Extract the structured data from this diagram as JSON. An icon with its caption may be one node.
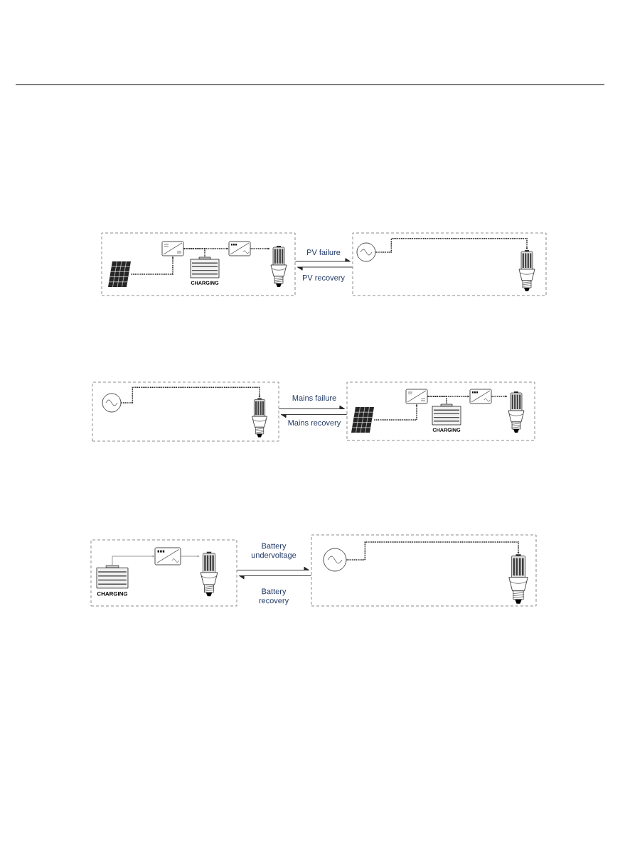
{
  "diagram": {
    "nodes": [
      {
        "text": [],
        "shape": "box"
      },
      {
        "text": [],
        "shape": "picture",
        "in": 0
      },
      {
        "text": [],
        "shape": "picture",
        "in": 0
      },
      {
        "text": [
          "CHARGING"
        ],
        "in": 0
      },
      {
        "text": [],
        "shape": "picture",
        "in": 0
      },
      {
        "text": [],
        "shape": "picture",
        "in": 0
      },
      {
        "text": [],
        "shape": "box"
      },
      {
        "text": [],
        "shape": "circle",
        "in": 6
      },
      {
        "text": [],
        "shape": "picture",
        "in": 6
      },
      {
        "text": [],
        "shape": "box"
      },
      {
        "text": [],
        "shape": "circle",
        "in": 9
      },
      {
        "text": [],
        "shape": "picture",
        "in": 9
      },
      {
        "text": [],
        "shape": "box"
      },
      {
        "text": [],
        "shape": "picture",
        "in": 12
      },
      {
        "text": [],
        "shape": "picture",
        "in": 12
      },
      {
        "text": [
          "CHARGING"
        ],
        "in": 12
      },
      {
        "text": [],
        "shape": "picture",
        "in": 12
      },
      {
        "text": [],
        "shape": "picture",
        "in": 12
      },
      {
        "text": [],
        "shape": "box"
      },
      {
        "text": [
          "CHARGING"
        ],
        "in": 18
      },
      {
        "text": [],
        "shape": "picture",
        "in": 18
      },
      {
        "text": [],
        "shape": "picture",
        "in": 18
      },
      {
        "text": [],
        "shape": "box"
      },
      {
        "text": [],
        "shape": "circle",
        "in": 22
      },
      {
        "text": [],
        "shape": "picture",
        "in": 22
      }
    ],
    "edges": [
      {
        "from": 1,
        "to": 2,
        "arrow": "to",
        "style": "dashed"
      },
      {
        "from": 2,
        "to": 4,
        "arrow": "to",
        "style": "dashed"
      },
      {
        "from": 2,
        "to": 3,
        "arrow": "none",
        "style": "dashed"
      },
      {
        "from": 4,
        "to": 5,
        "arrow": "to",
        "style": "dashed"
      },
      {
        "from": 7,
        "to": 8,
        "arrow": "to",
        "style": "dashed"
      },
      {
        "from": 0,
        "to": 6,
        "arrow": "to",
        "label": "PV failure"
      },
      {
        "from": 6,
        "to": 0,
        "arrow": "to",
        "label": "PV recovery"
      },
      {
        "from": 10,
        "to": 11,
        "arrow": "to",
        "style": "dashed"
      },
      {
        "from": 13,
        "to": 14,
        "arrow": "to",
        "style": "dashed"
      },
      {
        "from": 14,
        "to": 16,
        "arrow": "to",
        "style": "dashed"
      },
      {
        "from": 14,
        "to": 15,
        "arrow": "none",
        "style": "dashed"
      },
      {
        "from": 16,
        "to": 17,
        "arrow": "to",
        "style": "dashed"
      },
      {
        "from": 9,
        "to": 12,
        "arrow": "to",
        "label": "Mains failure"
      },
      {
        "from": 12,
        "to": 9,
        "arrow": "to",
        "label": "Mains recovery"
      },
      {
        "from": 19,
        "to": 20,
        "arrow": "to",
        "color": "#8c8c8c"
      },
      {
        "from": 20,
        "to": 21,
        "arrow": "to",
        "color": "#8c8c8c"
      },
      {
        "from": 23,
        "to": 24,
        "arrow": "to",
        "style": "dashed"
      },
      {
        "from": 18,
        "to": 22,
        "arrow": "to",
        "label": "Battery undervoltage"
      },
      {
        "from": 22,
        "to": 18,
        "arrow": "to",
        "label": "Battery recovery"
      }
    ]
  }
}
